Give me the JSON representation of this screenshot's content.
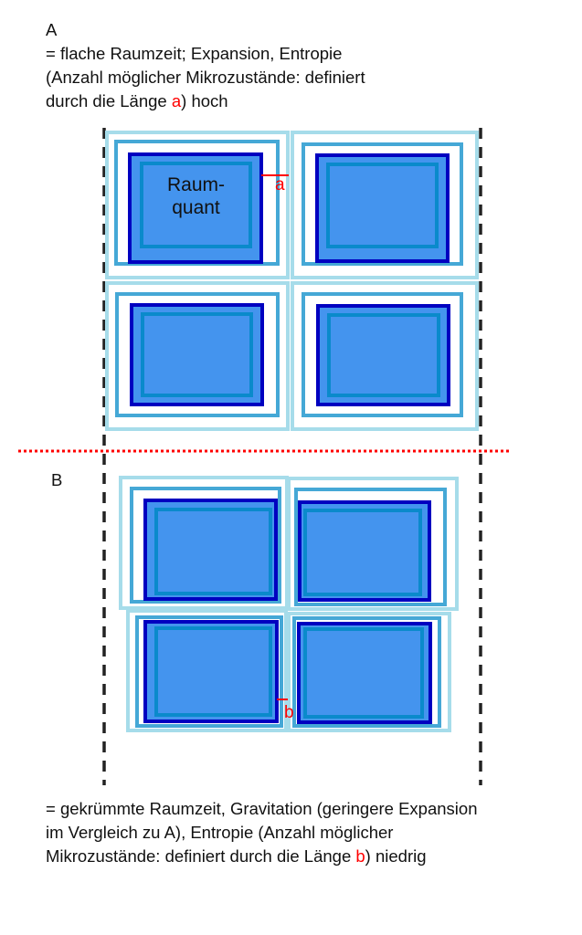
{
  "section_a": {
    "heading": "A",
    "lines": [
      "= flache Raumzeit; Expansion, Entropie",
      "(Anzahl möglicher Mikrozustände: definiert"
    ],
    "line3_prefix": "durch die Länge ",
    "line3_highlight": "a",
    "line3_suffix": ") hoch",
    "cell_label_line1": "Raum-",
    "cell_label_line2": "quant",
    "marker": "a"
  },
  "section_b": {
    "heading": "B",
    "marker": "b",
    "lines": [
      "= gekrümmte Raumzeit, Gravitation (geringere Expansion",
      "im Vergleich zu A), Entropie (Anzahl möglicher"
    ],
    "line3_prefix": "Mikrozustände: definiert durch die Länge ",
    "line3_highlight": "b",
    "line3_suffix": ") niedrig"
  },
  "colors": {
    "outer_frame": "#a6dcea",
    "middle_frame": "#45a8d6",
    "quantum_border": "#0000c0",
    "quantum_fill": "#4494ee",
    "inner_frame": "#0a8acb",
    "boundary_dashes": "#222222",
    "separator": "#ff0000",
    "highlight": "#ff0000"
  }
}
